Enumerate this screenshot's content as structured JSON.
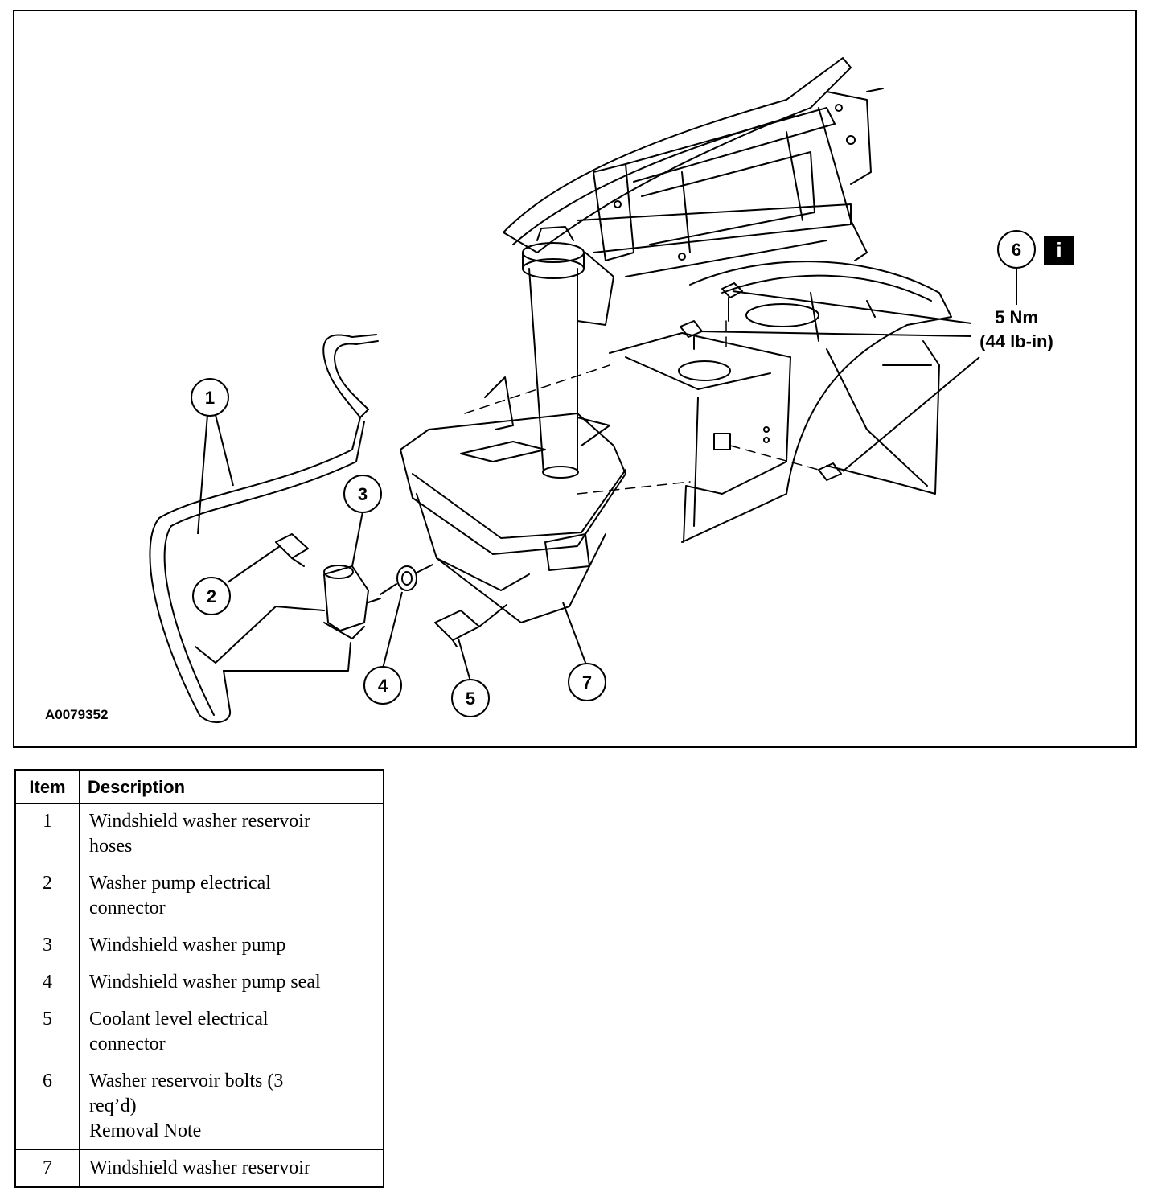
{
  "figure": {
    "id": "A0079352",
    "torque": {
      "nm": "5 Nm",
      "lbin": "(44 lb-in)"
    },
    "info_icon": "i",
    "callouts": [
      "1",
      "2",
      "3",
      "4",
      "5",
      "6",
      "7"
    ]
  },
  "legend": {
    "headers": {
      "item": "Item",
      "description": "Description"
    },
    "rows": [
      {
        "item": "1",
        "lines": [
          "Windshield washer reservoir",
          "hoses"
        ]
      },
      {
        "item": "2",
        "lines": [
          "Washer pump electrical",
          "connector"
        ]
      },
      {
        "item": "3",
        "lines": [
          "Windshield washer pump"
        ]
      },
      {
        "item": "4",
        "lines": [
          "Windshield washer pump seal"
        ]
      },
      {
        "item": "5",
        "lines": [
          "Coolant level electrical",
          "connector"
        ]
      },
      {
        "item": "6",
        "lines": [
          "Washer reservoir bolts (3",
          "req’d)",
          "Removal Note"
        ]
      },
      {
        "item": "7",
        "lines": [
          "Windshield washer reservoir"
        ]
      }
    ]
  },
  "colors": {
    "ink": "#000000",
    "paper": "#ffffff"
  }
}
